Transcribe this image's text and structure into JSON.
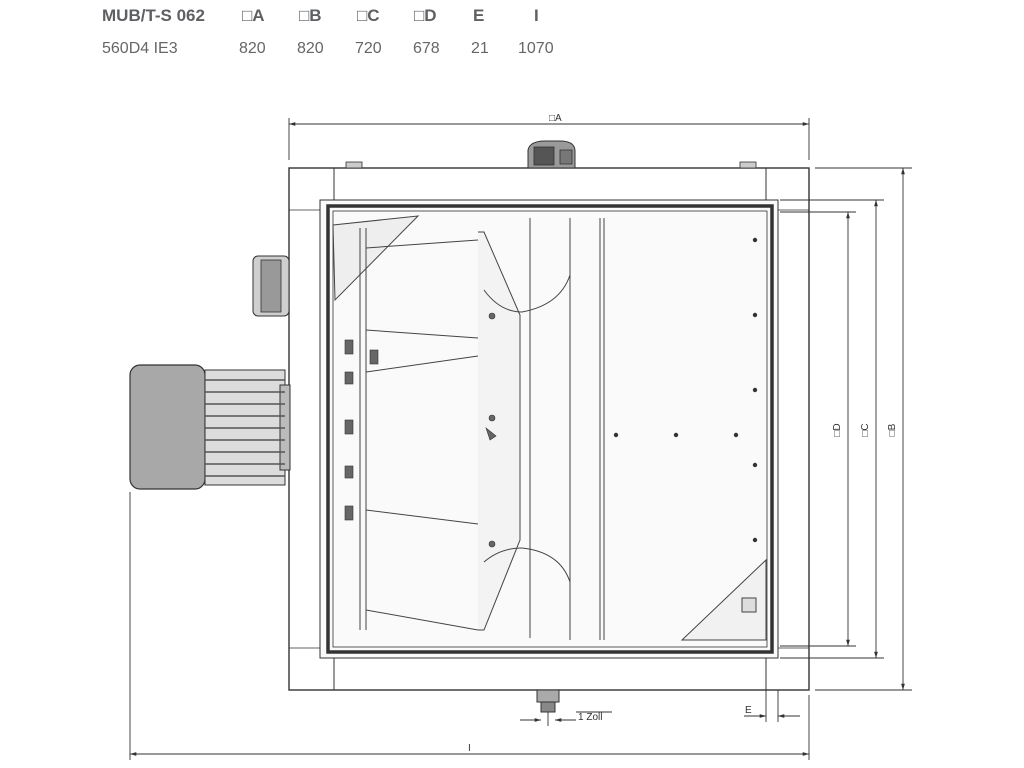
{
  "spec_table": {
    "headers": [
      "MUB/T-S 062",
      "□A",
      "□B",
      "□C",
      "□D",
      "E",
      "I"
    ],
    "values": [
      "560D4 IE3",
      "820",
      "820",
      "720",
      "678",
      "21",
      "1070"
    ]
  },
  "drawing": {
    "labels": {
      "A": "□A",
      "B": "□B",
      "C": "□C",
      "D": "□D",
      "E": "E",
      "I": "I",
      "thread": "1 Zoll"
    }
  }
}
